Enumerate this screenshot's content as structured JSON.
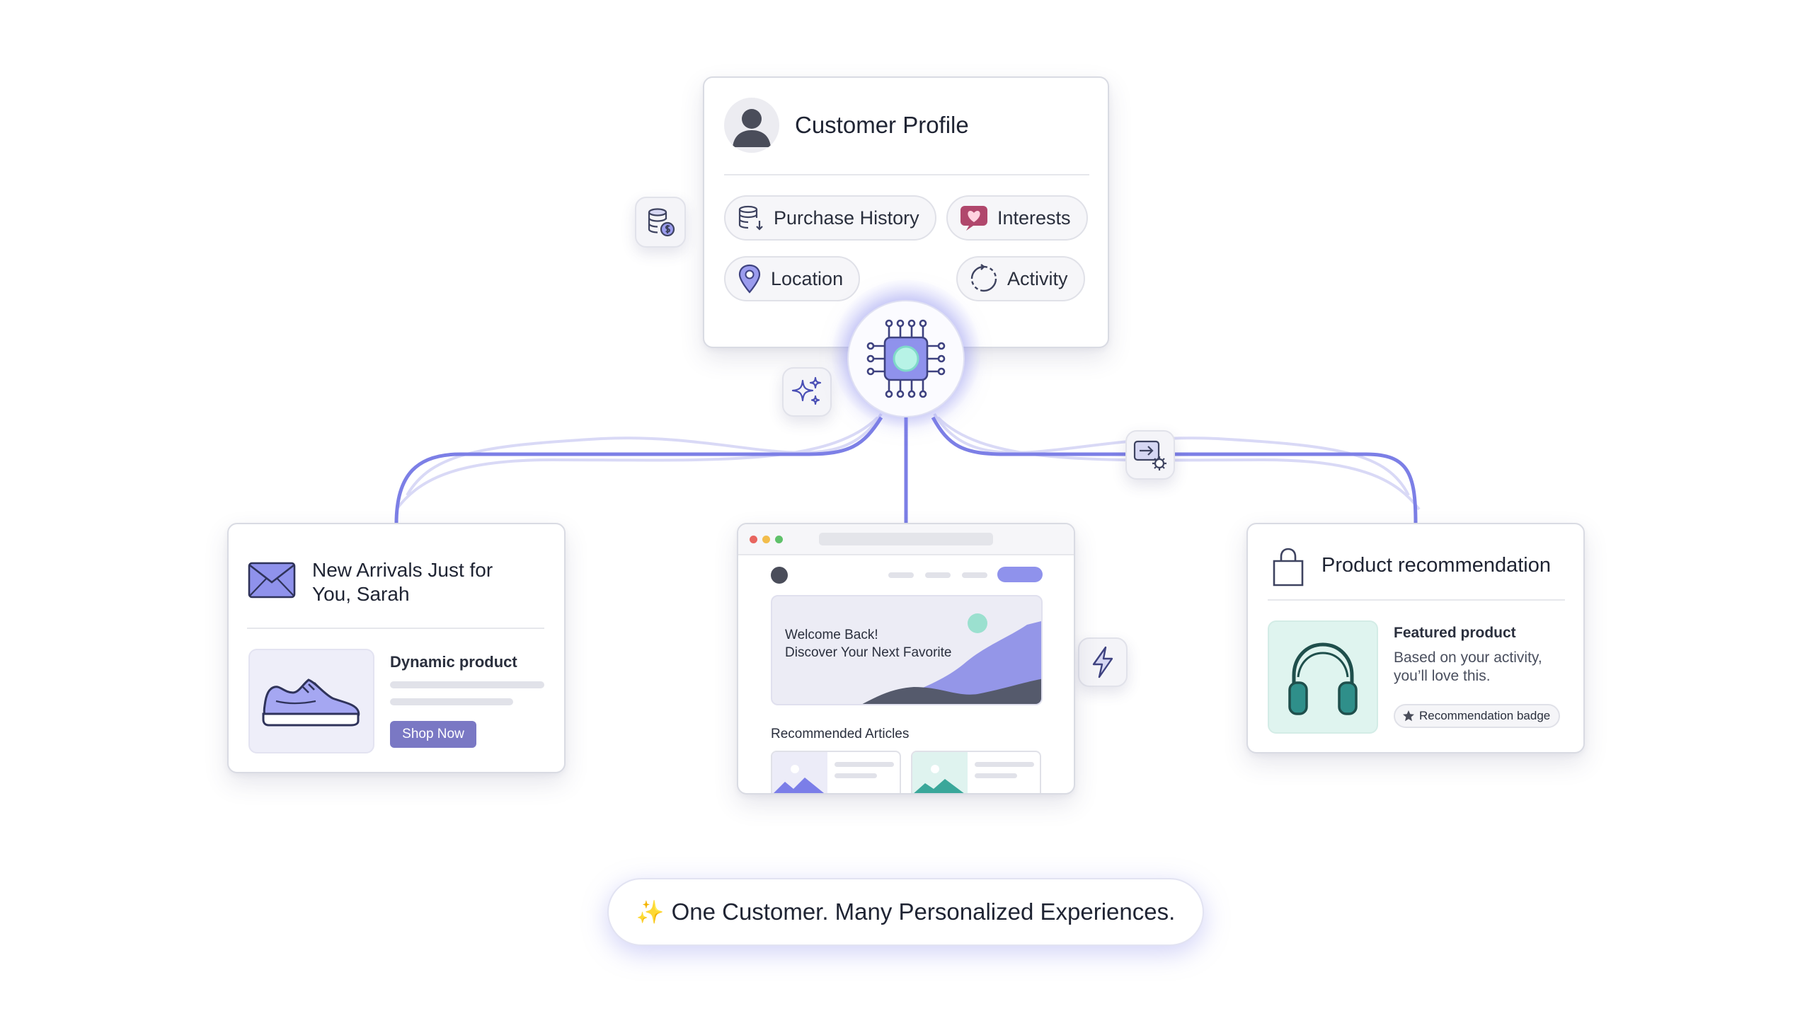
{
  "profile": {
    "title": "Customer Profile",
    "chips": [
      {
        "label": "Purchase History",
        "icon": "database-download-icon"
      },
      {
        "label": "Interests",
        "icon": "heart-message-icon"
      },
      {
        "label": "Location",
        "icon": "location-pin-icon"
      },
      {
        "label": "Activity",
        "icon": "activity-cycle-icon"
      }
    ]
  },
  "email_card": {
    "title": "New Arrivals Just for You, Sarah",
    "product_label": "Dynamic product",
    "button_label": "Shop Now"
  },
  "web_card": {
    "hero_line1": "Welcome Back!",
    "hero_line2": "Discover Your Next Favorite",
    "section_label": "Recommended Articles"
  },
  "rec_card": {
    "title": "Product recommendation",
    "featured_label": "Featured product",
    "description": "Based on your activity, you’ll love this.",
    "badge_label": "Recommendation badge"
  },
  "footer": {
    "sparkle": "✨",
    "tagline": "One Customer. Many Personalized Experiences."
  },
  "colors": {
    "accent": "#7b7ee8",
    "accent_dark": "#4a4fb5",
    "button": "#7a78c4",
    "teal": "#2f8f8a"
  }
}
